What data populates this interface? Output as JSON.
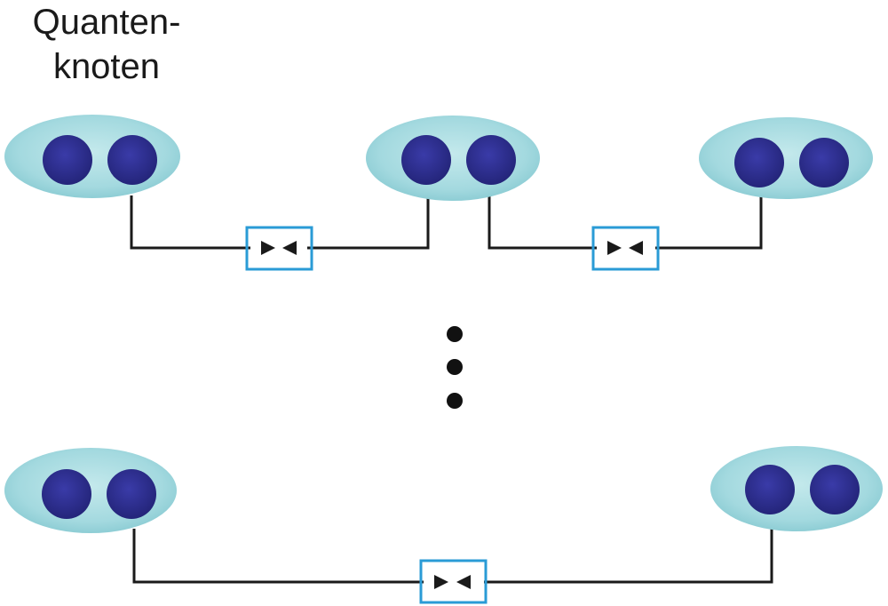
{
  "title": {
    "line1": "Quanten-",
    "line2": "knoten"
  },
  "colors": {
    "node_fill": "#a7dbe1",
    "node_edge": "#7cc3cc",
    "qubit": "#2e2f93",
    "qubit_dark": "#24257a",
    "link": "#1a1a1a",
    "station_box": "#2a9bd6",
    "dots": "#111111"
  },
  "diagram": {
    "node_count": 5,
    "qubits_per_node": 2,
    "link_count": 3,
    "continuation_dots": 3
  }
}
